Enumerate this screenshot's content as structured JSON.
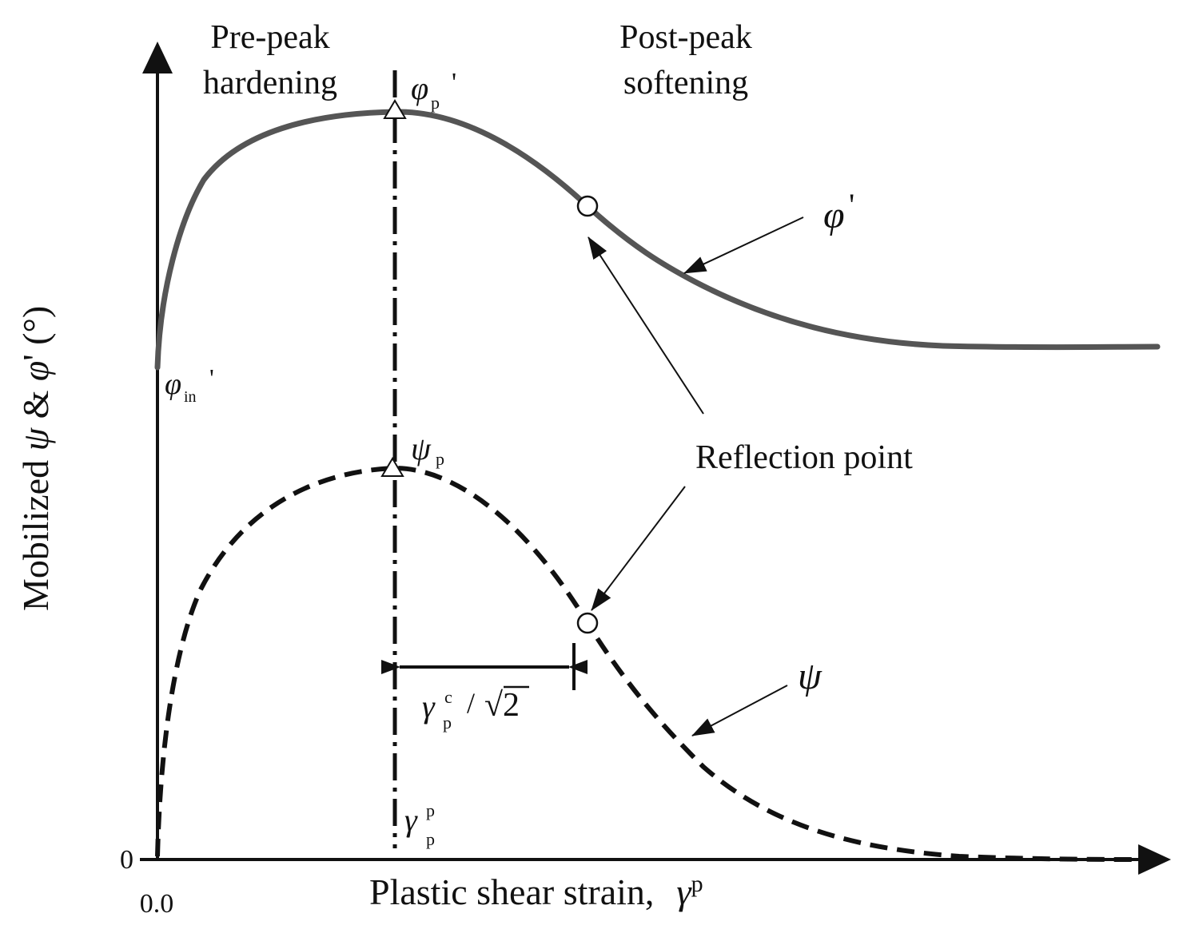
{
  "axes": {
    "x_label_text": "Plastic shear strain",
    "x_label_separator": ",",
    "x_label_symbol": "γ",
    "x_label_symbol_sup": "p",
    "y_label_prefix": "Mobilized ",
    "y_label_psi": "ψ",
    "y_label_amp": " & ",
    "y_label_phi": "φ",
    "y_label_suffix": "' (°)",
    "x_origin_tick": "0.0",
    "y_origin_tick": "0"
  },
  "regions": {
    "pre_peak_line1": "Pre-peak",
    "pre_peak_line2": "hardening",
    "post_peak_line1": "Post-peak",
    "post_peak_line2": "softening"
  },
  "annotations": {
    "phi_peak_symbol": "φ",
    "phi_peak_sub": "p",
    "phi_peak_prime": "'",
    "phi_in_symbol": "φ",
    "phi_in_sub": "in",
    "phi_in_prime": "'",
    "psi_peak_symbol": "ψ",
    "psi_peak_sub": "p",
    "gamma_peak_symbol": "γ",
    "gamma_peak_sup": "p",
    "gamma_peak_sub": "p",
    "phi_curve_symbol": "φ",
    "phi_curve_prime": "'",
    "psi_curve_symbol": "ψ",
    "reflection_point": "Reflection point",
    "dimension_gamma": "γ",
    "dimension_sup": "c",
    "dimension_sub": "p",
    "dimension_slash": "/",
    "dimension_sqrt": "√2"
  },
  "series": {
    "phi_curve_style": "solid",
    "psi_curve_style": "dashed",
    "peak_marker": "triangle-icon",
    "reflection_marker": "circle-icon",
    "phi_color": "#555555",
    "psi_color": "#111111"
  }
}
